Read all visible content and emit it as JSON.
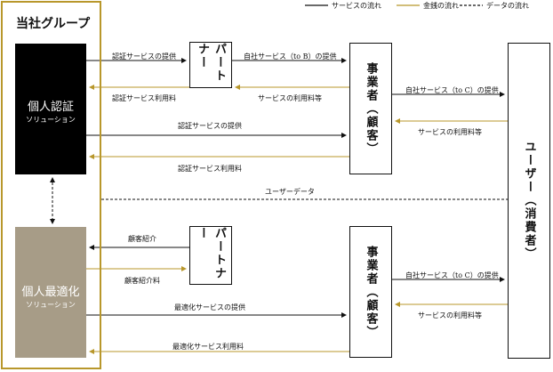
{
  "legend": {
    "service": "サービスの流れ",
    "money": "金銭の流れ",
    "data": "データの流れ"
  },
  "group": {
    "title": "当社グループ"
  },
  "auth_solution": {
    "title": "個人認証",
    "subtitle": "ソリューション"
  },
  "opt_solution": {
    "title": "個人最適化",
    "subtitle": "ソリューション"
  },
  "partner_top": {
    "label": "パートナー"
  },
  "partner_bottom": {
    "label": "パートナー"
  },
  "business_top": {
    "label": "事業者（顧客）"
  },
  "business_bottom": {
    "label": "事業者（顧客）"
  },
  "user": {
    "label": "ユーザー（消費者）"
  },
  "flows": {
    "auth_to_partner": "認証サービスの提供",
    "partner_to_auth": "認証サービス利用料",
    "partner_to_biz": "自社サービス（to B）の提供",
    "biz_to_partner": "サービスの利用料等",
    "biz1_to_user": "自社サービス（to C）の提供",
    "user_to_biz1": "サービスの利用料等",
    "auth_to_biz": "認証サービスの提供",
    "biz_to_auth": "認証サービス利用料",
    "user_data": "ユーザーデータ",
    "partner_to_opt": "顧客紹介",
    "opt_to_partner": "顧客紹介料",
    "biz2_to_user": "自社サービス（to C）の提供",
    "user_to_biz2": "サービスの利用料等",
    "opt_to_biz": "最適化サービスの提供",
    "biz_to_opt": "最適化サービス利用料"
  },
  "colors": {
    "service": "#111111",
    "money": "#b8972b",
    "frame": "#b8972b",
    "opt_box": "#a79c87"
  }
}
